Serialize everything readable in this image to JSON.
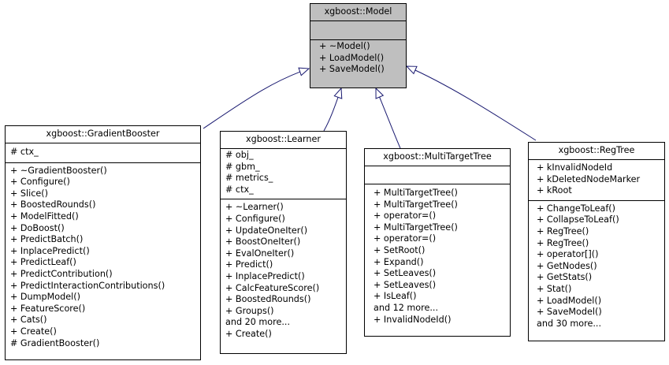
{
  "diagram": {
    "type": "uml-class-inheritance",
    "colors": {
      "base_fill": "#bfbfbf",
      "class_fill": "#ffffff",
      "border": "#000000",
      "edge": "#191970"
    },
    "base": {
      "name": "xgboost::Model",
      "attributes": [],
      "operations": [
        "+ ~Model()",
        "+ LoadModel()",
        "+ SaveModel()"
      ]
    },
    "derived": [
      {
        "name": "xgboost::GradientBooster",
        "attributes": [
          "# ctx_"
        ],
        "operations": [
          "+ ~GradientBooster()",
          "+ Configure()",
          "+ Slice()",
          "+ BoostedRounds()",
          "+ ModelFitted()",
          "+ DoBoost()",
          "+ PredictBatch()",
          "+ InplacePredict()",
          "+ PredictLeaf()",
          "+ PredictContribution()",
          "+ PredictInteractionContributions()",
          "+ DumpModel()",
          "+ FeatureScore()",
          "+ Cats()",
          "+ Create()",
          "# GradientBooster()"
        ]
      },
      {
        "name": "xgboost::Learner",
        "attributes": [
          "# obj_",
          "# gbm_",
          "# metrics_",
          "# ctx_"
        ],
        "operations": [
          "+ ~Learner()",
          "+ Configure()",
          "+ UpdateOneIter()",
          "+ BoostOneIter()",
          "+ EvalOneIter()",
          "+ Predict()",
          "+ InplacePredict()",
          "+ CalcFeatureScore()",
          "+ BoostedRounds()",
          "+ Groups()",
          "and 20 more...",
          "+ Create()"
        ]
      },
      {
        "name": "xgboost::MultiTargetTree",
        "attributes": [],
        "operations": [
          "+ MultiTargetTree()",
          "+ MultiTargetTree()",
          "+ operator=()",
          "+ MultiTargetTree()",
          "+ operator=()",
          "+ SetRoot()",
          "+ Expand()",
          "+ SetLeaves()",
          "+ SetLeaves()",
          "+ IsLeaf()",
          "and 12 more...",
          "+ InvalidNodeId()"
        ]
      },
      {
        "name": "xgboost::RegTree",
        "attributes": [
          "+ kInvalidNodeId",
          "+ kDeletedNodeMarker",
          "+ kRoot"
        ],
        "operations": [
          "+ ChangeToLeaf()",
          "+ CollapseToLeaf()",
          "+ RegTree()",
          "+ RegTree()",
          "+ operator[]()",
          "+ GetNodes()",
          "+ GetStats()",
          "+ Stat()",
          "+ LoadModel()",
          "+ SaveModel()",
          "and 30 more..."
        ]
      }
    ]
  }
}
